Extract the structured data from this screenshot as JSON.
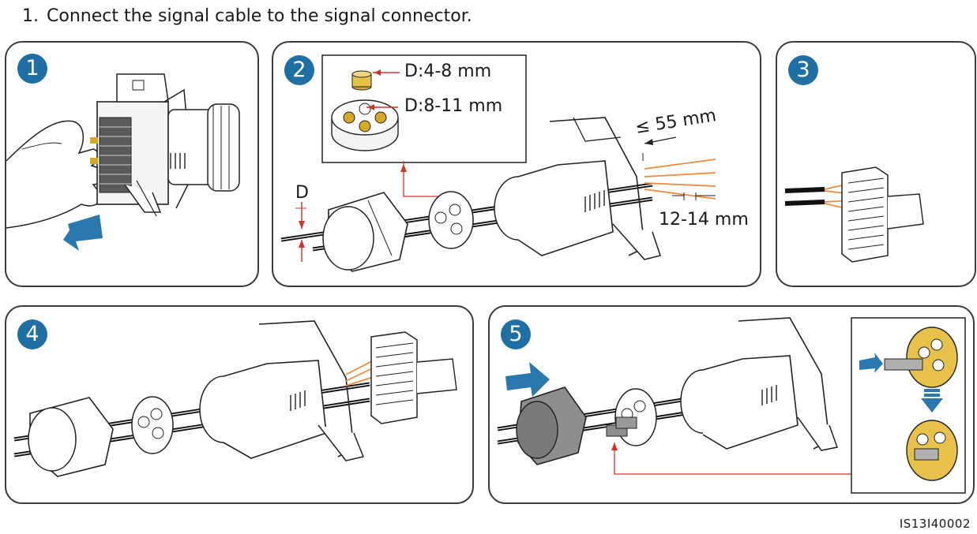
{
  "instruction": {
    "number": "1.",
    "text": "Connect the signal cable to the signal connector."
  },
  "steps": [
    {
      "badge": "1"
    },
    {
      "badge": "2",
      "inset_labels": [
        "D:4-8 mm",
        "D:8-11 mm"
      ],
      "dim_d": "D",
      "dim_strip": "≤ 55 mm",
      "dim_wire": "12-14 mm"
    },
    {
      "badge": "3"
    },
    {
      "badge": "4"
    },
    {
      "badge": "5"
    }
  ],
  "figure_id": "IS13I40002",
  "colors": {
    "badge": "#1f6fa5",
    "arrow": "#2a78ad",
    "callout": "#d2322d",
    "wire": "#f08a3c",
    "ring": "#e8c14a",
    "gold": "#d4a92a"
  }
}
